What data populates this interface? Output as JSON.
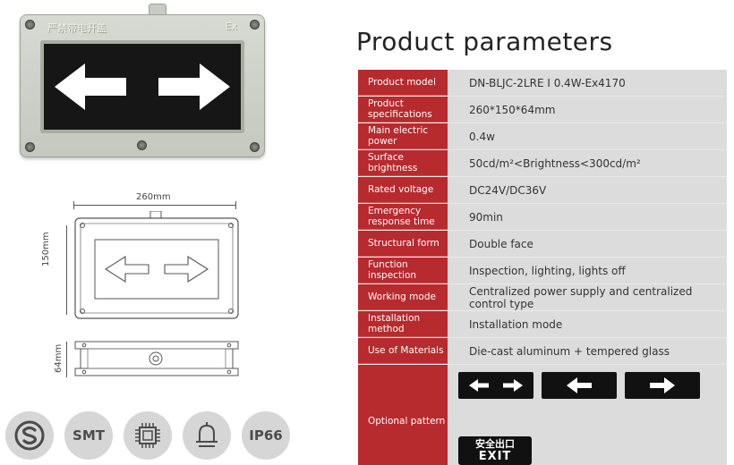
{
  "photo": {
    "embossed_text_left": "严禁带电开盖",
    "embossed_text_right": "Ex"
  },
  "drawing": {
    "width_label": "260mm",
    "height_label": "150mm",
    "depth_label": "64mm"
  },
  "certifications": [
    {
      "name": "S-mark-icon",
      "label": ""
    },
    {
      "name": "smt-badge",
      "label": "SMT"
    },
    {
      "name": "chip-icon",
      "label": ""
    },
    {
      "name": "bell-lamp-icon",
      "label": ""
    },
    {
      "name": "ip66-badge",
      "label": "IP66"
    }
  ],
  "section_title": "Product parameters",
  "parameters": [
    {
      "label": "Product model",
      "value": "DN-BLJC-2LRE I 0.4W-Ex4170"
    },
    {
      "label": "Product specifications",
      "value": "260*150*64mm"
    },
    {
      "label": "Main electric power",
      "value": "0.4w"
    },
    {
      "label": "Surface brightness",
      "value": "50cd/m²<Brightness<300cd/m²"
    },
    {
      "label": "Rated voltage",
      "value": "DC24V/DC36V"
    },
    {
      "label": "Emergency response time",
      "value": "90min"
    },
    {
      "label": "Structural form",
      "value": "Double face"
    },
    {
      "label": "Function inspection",
      "value": "Inspection, lighting, lights off"
    },
    {
      "label": "Working mode",
      "value": "Centralized power supply and centralized control type"
    },
    {
      "label": "Installation method",
      "value": "Installation mode"
    },
    {
      "label": "Use of Materials",
      "value": "Die-cast aluminum + tempered glass"
    }
  ],
  "optional_pattern": {
    "label": "Optional pattern",
    "exit_cn": "安全出口",
    "exit_en": "EXIT"
  },
  "colors": {
    "label_red": "#b72a2e",
    "value_gray": "#dcdcdc"
  }
}
